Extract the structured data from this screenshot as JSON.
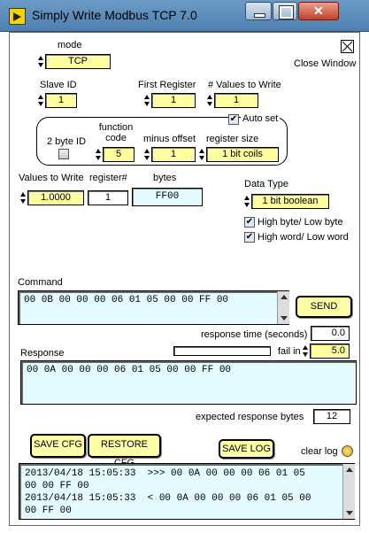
{
  "window": {
    "title": "Simply Write Modbus TCP 7.0"
  },
  "mode": {
    "label": "mode",
    "value": "TCP"
  },
  "close_window": {
    "label": "Close Window"
  },
  "slave_id": {
    "label": "Slave ID",
    "value": "1"
  },
  "first_register": {
    "label": "First Register",
    "value": "1"
  },
  "values_to_write_count": {
    "label": "# Values to Write",
    "value": "1"
  },
  "auto_set": {
    "label": "Auto set",
    "checked": true
  },
  "two_byte_id": {
    "label": "2 byte ID",
    "checked": false
  },
  "function_code": {
    "label": "function\ncode",
    "value": "5"
  },
  "minus_offset": {
    "label": "minus offset",
    "value": "1"
  },
  "register_size": {
    "label": "register size",
    "value": "1 bit coils"
  },
  "values_to_write": {
    "label": "Values to Write",
    "value": "1.0000"
  },
  "register_num": {
    "label": "register#",
    "value": "1"
  },
  "bytes": {
    "label": "bytes",
    "value": "FF00"
  },
  "data_type": {
    "label": "Data Type",
    "value": "1 bit boolean"
  },
  "high_byte_low_byte": {
    "label": "High byte/ Low byte",
    "checked": true
  },
  "high_word_low_word": {
    "label": "High word/ Low word",
    "checked": true
  },
  "command": {
    "label": "Command",
    "value": "00 0B 00 00 00 06 01 05 00 00 FF 00"
  },
  "send_button": {
    "label": "SEND"
  },
  "response_time": {
    "label": "response time (seconds)",
    "value": "0.0"
  },
  "response": {
    "label": "Response",
    "value": "00 0A 00 00 00 06 01 05 00 00 FF 00"
  },
  "fail_in": {
    "label": "fail in",
    "value": "5.0"
  },
  "expected_response_bytes": {
    "label": "expected response bytes",
    "value": "12"
  },
  "buttons": {
    "save_cfg": "SAVE CFG",
    "restore_cfg": "RESTORE CFG",
    "save_log": "SAVE LOG",
    "clear_log": "clear log"
  },
  "log": {
    "text": "2013/04/18 15:05:33  >>> 00 0A 00 00 00 06 01 05\n00 00 FF 00\n2013/04/18 15:05:33  < 00 0A 00 00 00 06 01 05 00\n00 FF 00"
  }
}
